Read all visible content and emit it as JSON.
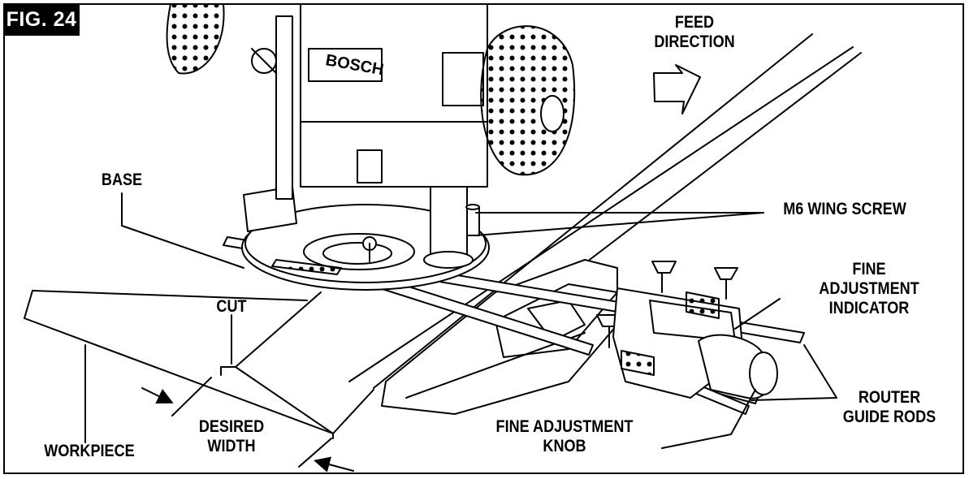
{
  "figure": {
    "tag": "FIG. 24",
    "brand": "BOSCH"
  },
  "labels": {
    "feed_direction": [
      "FEED",
      "DIRECTION"
    ],
    "base": "BASE",
    "m6_wing_screw": "M6 WING SCREW",
    "cut": "CUT",
    "fine_adjustment_indicator": [
      "FINE",
      "ADJUSTMENT",
      "INDICATOR"
    ],
    "router_guide_rods": [
      "ROUTER",
      "GUIDE RODS"
    ],
    "fine_adjustment_knob": [
      "FINE ADJUSTMENT",
      "KNOB"
    ],
    "desired_width": [
      "DESIRED",
      "WIDTH"
    ],
    "workpiece": "WORKPIECE"
  },
  "colors": {
    "ink": "#000000",
    "paper": "#ffffff",
    "shade": "#d9d9d9"
  }
}
